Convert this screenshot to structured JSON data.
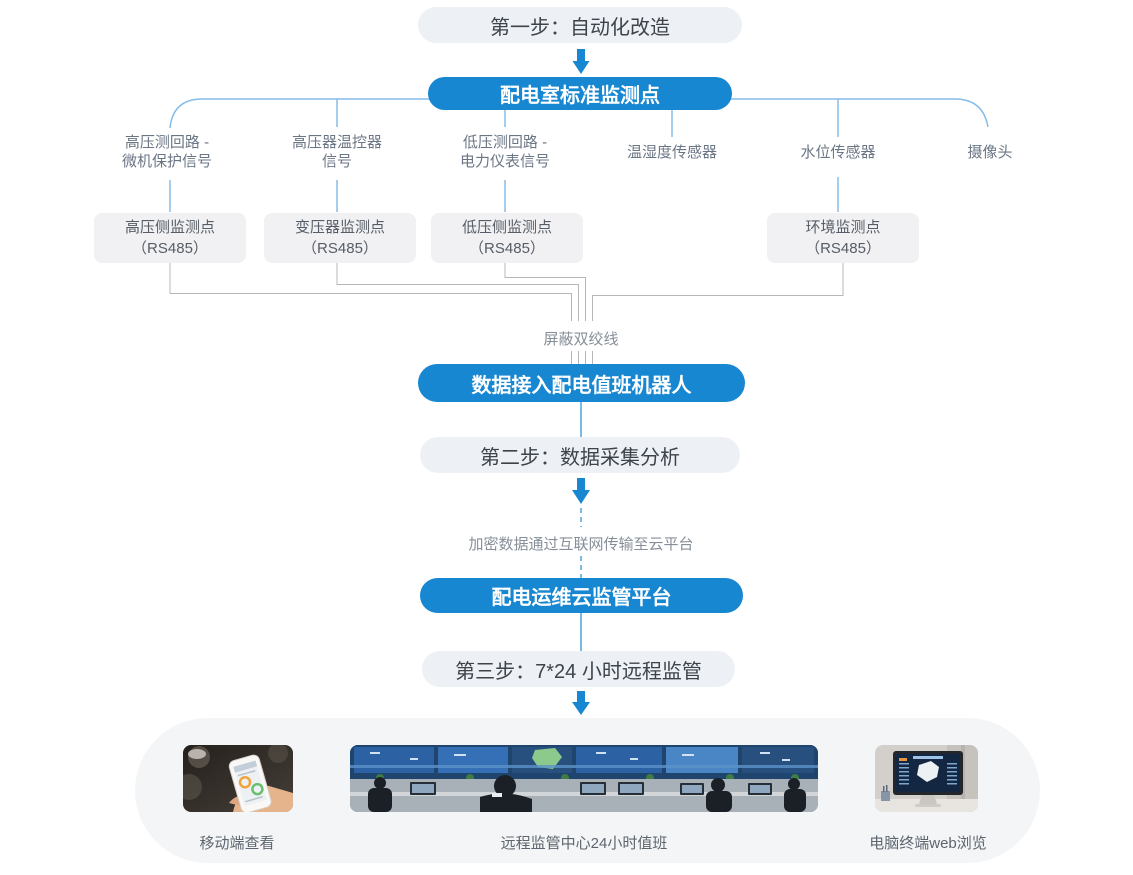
{
  "colors": {
    "accent_blue": "#1787d2",
    "line_blue": "#85bce8",
    "line_gray": "#b5b8bb",
    "step_pill_bg": "#edf0f4",
    "box_bg": "#f1f1f3",
    "container_bg": "#f4f5f6",
    "text_dark": "#3d434b",
    "text_label": "#6b7685",
    "text_note": "#868f99",
    "text_caption": "#5d666f"
  },
  "flow": {
    "step1": "第一步：自动化改造",
    "hub": "配电室标准监测点",
    "branches": [
      {
        "label": "高压测回路 -\n微机保护信号"
      },
      {
        "label": "高压器温控器\n信号"
      },
      {
        "label": "低压测回路 -\n电力仪表信号"
      },
      {
        "label": "温湿度传感器"
      },
      {
        "label": "水位传感器"
      },
      {
        "label": "摄像头"
      }
    ],
    "boxes": [
      {
        "label": "高压侧监测点\n（RS485）"
      },
      {
        "label": "变压器监测点\n（RS485）"
      },
      {
        "label": "低压侧监测点\n（RS485）"
      },
      {
        "label": "环境监测点\n（RS485）"
      }
    ],
    "bundle_label": "屏蔽双绞线",
    "robot": "数据接入配电值班机器人",
    "step2": "第二步：数据采集分析",
    "transfer_note": "加密数据通过互联网传输至云平台",
    "cloud": "配电运维云监管平台",
    "step3": "第三步：7*24 小时远程监管",
    "terminals": [
      {
        "caption": "移动端查看",
        "image": "hand-holding-smartphone-photo"
      },
      {
        "caption": "远程监管中心24小时值班",
        "image": "monitoring-center-panorama-photo"
      },
      {
        "caption": "电脑终端web浏览",
        "image": "desktop-monitor-dashboard-photo"
      }
    ]
  }
}
